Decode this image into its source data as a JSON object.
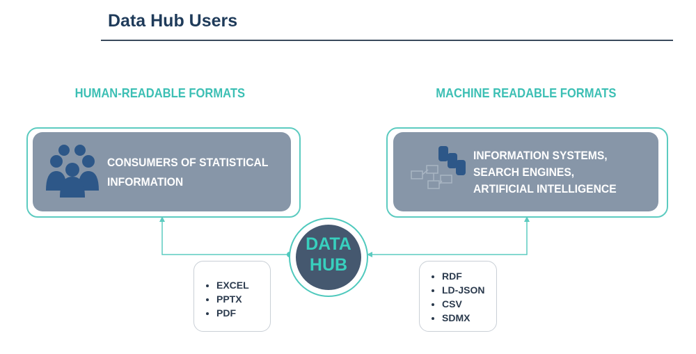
{
  "title": "Data Hub Users",
  "left": {
    "heading": "HUMAN-READABLE FORMATS",
    "box_line1": "CONSUMERS OF STATISTICAL",
    "box_line2": "INFORMATION",
    "icon": "people-group-icon",
    "formats": [
      "EXCEL",
      "PPTX",
      "PDF"
    ]
  },
  "right": {
    "heading": "MACHINE READABLE FORMATS",
    "box_line1": "INFORMATION SYSTEMS,",
    "box_line2": "SEARCH ENGINES,",
    "box_line3": "ARTIFICIAL INTELLIGENCE",
    "icon": "database-network-icon",
    "formats": [
      "RDF",
      "LD-JSON",
      "CSV",
      "SDMX"
    ]
  },
  "hub": {
    "line1": "DATA",
    "line2": "HUB"
  },
  "colors": {
    "teal": "#3cbfb4",
    "slate": "#8796a8",
    "navy": "#45586f",
    "title": "#1f3b5a"
  }
}
